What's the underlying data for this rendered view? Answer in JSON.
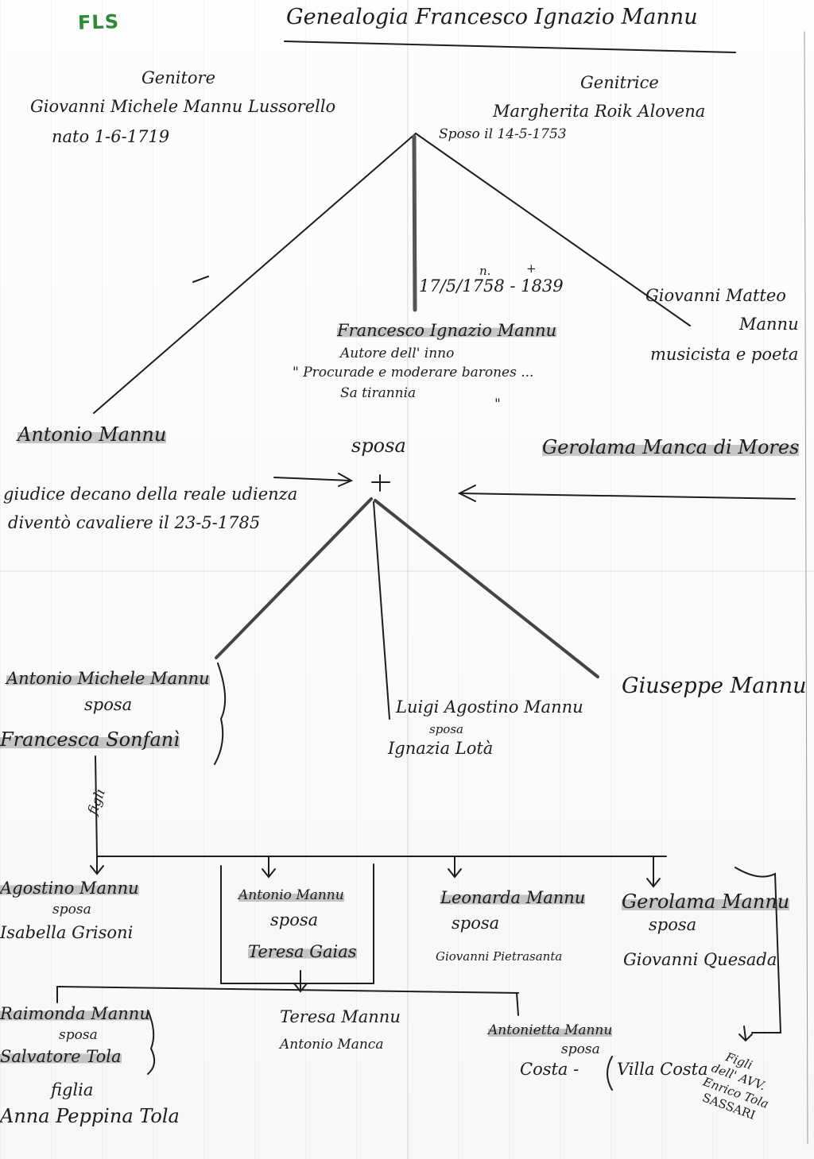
{
  "stamp": "FLS",
  "title": "Genealogia Francesco Ignazio Mannu",
  "father": {
    "role": "Genitore",
    "name": "Giovanni Michele Mannu Lussorello",
    "born": "nato 1-6-1719"
  },
  "mother": {
    "role": "Genitrice",
    "name": "Margherita Roik Alovena"
  },
  "marriage_parents": "Sposo il 14-5-1753",
  "francesco": {
    "dates": "17/5/1758 - 1839",
    "born_mark": "n.",
    "death_mark": "+",
    "name": "Francesco Ignazio Mannu",
    "note1": "Autore dell' inno",
    "note2": "\" Procurade e moderare barones ...",
    "note3": "Sa tirannia",
    "close_quote": "\""
  },
  "giovanni_matteo": {
    "line1": "Giovanni Matteo",
    "line2": "Mannu",
    "note": "musicista e poeta"
  },
  "antonio": {
    "name": "Antonio Mannu",
    "note1": "giudice decano della reale udienza",
    "note2": "diventò cavaliere il 23-5-1785"
  },
  "sposa_label": "sposa",
  "gerolama": "Gerolama Manca di Mores",
  "children": {
    "antonio_michele": "Antonio Michele Mannu",
    "am_sposa": "sposa",
    "francesca": "Francesca Sonfanì",
    "luigi": "Luigi Agostino Mannu",
    "luigi_sposa": "sposa",
    "ignazia": "Ignazia Lotà",
    "giuseppe": "Giuseppe Mannu"
  },
  "figli_label": "figli",
  "grandchildren": {
    "agostino": "Agostino Mannu",
    "agostino_sposa": "sposa",
    "agostino_wife": "Isabella Grisoni",
    "antonio": "Antonio Mannu",
    "antonio_sposa": "sposa",
    "antonio_wife": "Teresa Gaias",
    "leonarda": "Leonarda Mannu",
    "leonarda_sposa": "sposa",
    "leonarda_husband": "Giovanni Pietrasanta",
    "gerolama": "Gerolama Mannu",
    "gerolama_sposa": "sposa",
    "gerolama_husband": "Giovanni Quesada"
  },
  "great_grandchildren": {
    "raimonda": "Raimonda Mannu",
    "raimonda_sposa": "sposa",
    "raimonda_husband": "Salvatore Tola",
    "teresa": "Teresa Mannu",
    "teresa_husband": "Antonio Manca",
    "antonietta": "Antonietta Mannu",
    "antonietta_sposa": "sposa",
    "antonietta_husband": "Costa -",
    "villa_costa": "Villa Costa"
  },
  "figlia_label": "figlia",
  "anna": "Anna Peppina Tola",
  "side_note": {
    "l1": "Figli",
    "l2": "dell' AVV.",
    "l3": "Enrico Tola",
    "l4": "SASSARI"
  }
}
